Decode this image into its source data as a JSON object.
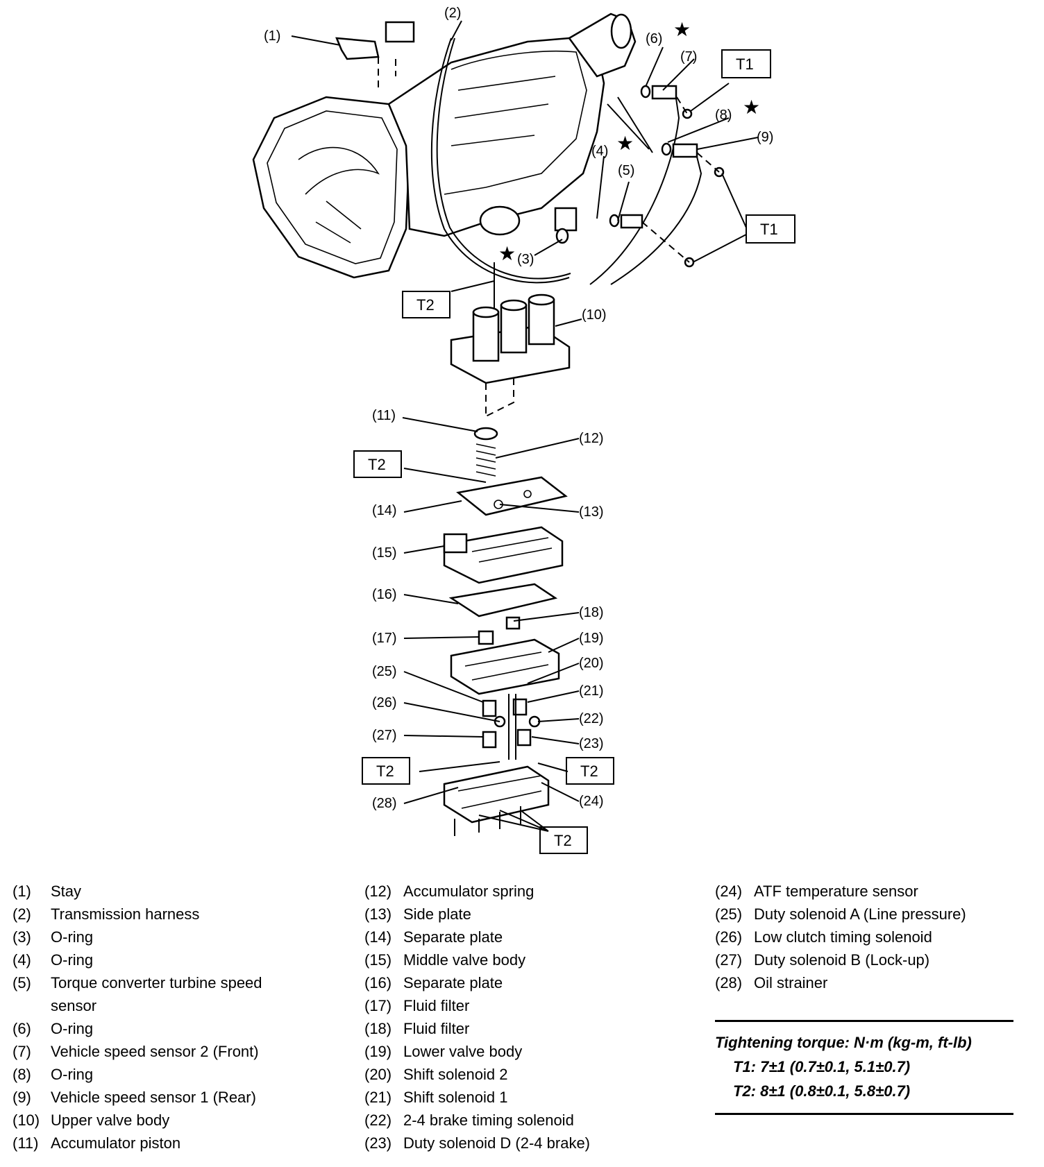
{
  "callouts": {
    "c1": "(1)",
    "c2": "(2)",
    "c3": "(3)",
    "c4": "(4)",
    "c5": "(5)",
    "c6": "(6)",
    "c7": "(7)",
    "c8": "(8)",
    "c9": "(9)",
    "c10": "(10)",
    "c11": "(11)",
    "c12": "(12)",
    "c13": "(13)",
    "c14": "(14)",
    "c15": "(15)",
    "c16": "(16)",
    "c17": "(17)",
    "c18": "(18)",
    "c19": "(19)",
    "c20": "(20)",
    "c21": "(21)",
    "c22": "(22)",
    "c23": "(23)",
    "c24": "(24)",
    "c25": "(25)",
    "c26": "(26)",
    "c27": "(27)",
    "c28": "(28)"
  },
  "torque_boxes": {
    "t1": "T1",
    "t2": "T2"
  },
  "star": "★",
  "legend": {
    "col1": [
      {
        "num": "(1)",
        "text": "Stay"
      },
      {
        "num": "(2)",
        "text": "Transmission harness"
      },
      {
        "num": "(3)",
        "text": "O-ring"
      },
      {
        "num": "(4)",
        "text": "O-ring"
      },
      {
        "num": "(5)",
        "text": "Torque converter turbine speed",
        "cont": "sensor"
      },
      {
        "num": "(6)",
        "text": "O-ring"
      },
      {
        "num": "(7)",
        "text": "Vehicle speed sensor 2 (Front)"
      },
      {
        "num": "(8)",
        "text": "O-ring"
      },
      {
        "num": "(9)",
        "text": "Vehicle speed sensor 1 (Rear)"
      },
      {
        "num": "(10)",
        "text": "Upper valve body"
      },
      {
        "num": "(11)",
        "text": "Accumulator piston"
      }
    ],
    "col2": [
      {
        "num": "(12)",
        "text": "Accumulator spring"
      },
      {
        "num": "(13)",
        "text": "Side plate"
      },
      {
        "num": "(14)",
        "text": "Separate plate"
      },
      {
        "num": "(15)",
        "text": "Middle valve body"
      },
      {
        "num": "(16)",
        "text": "Separate plate"
      },
      {
        "num": "(17)",
        "text": "Fluid filter"
      },
      {
        "num": "(18)",
        "text": "Fluid filter"
      },
      {
        "num": "(19)",
        "text": "Lower valve body"
      },
      {
        "num": "(20)",
        "text": "Shift solenoid 2"
      },
      {
        "num": "(21)",
        "text": "Shift solenoid 1"
      },
      {
        "num": "(22)",
        "text": "2-4 brake timing solenoid"
      },
      {
        "num": "(23)",
        "text": "Duty solenoid D (2-4 brake)"
      }
    ],
    "col3": [
      {
        "num": "(24)",
        "text": "ATF temperature sensor"
      },
      {
        "num": "(25)",
        "text": "Duty solenoid A (Line pressure)"
      },
      {
        "num": "(26)",
        "text": "Low clutch timing solenoid"
      },
      {
        "num": "(27)",
        "text": "Duty solenoid B (Lock-up)"
      },
      {
        "num": "(28)",
        "text": "Oil strainer"
      }
    ]
  },
  "torque": {
    "title": "Tightening torque: N·m (kg-m, ft-lb)",
    "t1": "T1: 7±1 (0.7±0.1, 5.1±0.7)",
    "t2": "T2: 8±1 (0.8±0.1, 5.8±0.7)"
  }
}
